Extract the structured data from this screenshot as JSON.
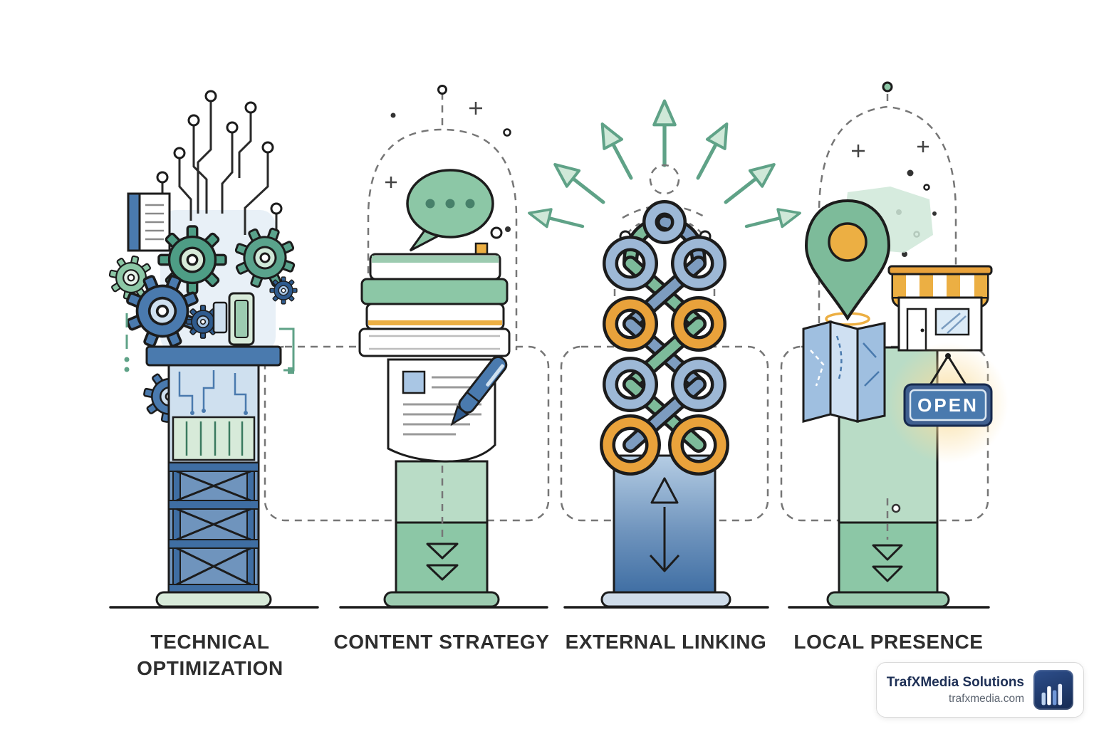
{
  "pillars": [
    {
      "id": "technical-optimization",
      "label": "TECHNICAL OPTIMIZATION",
      "icons": [
        "gear-icon",
        "circuit-trace-icon",
        "server-document-icon",
        "chip-icon",
        "lattice-column"
      ]
    },
    {
      "id": "content-strategy",
      "label": "CONTENT STRATEGY",
      "icons": [
        "speech-bubble-icon",
        "book-stack-icon",
        "document-icon",
        "pen-icon",
        "chevron-down-icon"
      ]
    },
    {
      "id": "external-linking",
      "label": "EXTERNAL LINKING",
      "icons": [
        "outward-arrows-icon",
        "woven-links-icon",
        "up-triangle-icon",
        "down-arrow-icon"
      ]
    },
    {
      "id": "local-presence",
      "label": "LOCAL PRESENCE",
      "icons": [
        "map-pin-icon",
        "folded-map-icon",
        "storefront-icon",
        "open-sign",
        "chevron-down-icon"
      ]
    }
  ],
  "open_sign": {
    "label": "OPEN"
  },
  "watermark": {
    "brand": "TrafXMedia Solutions",
    "website": "trafxmedia.com",
    "logo": "trafxmedia-logo-icon"
  },
  "colors": {
    "ink": "#1c1c1c",
    "blue": "#4a7aae",
    "blue_dark": "#3f6ea3",
    "blue_light": "#cfe0ef",
    "steel": "#7d9cc0",
    "green": "#8cc7a6",
    "green_dark": "#5fa287",
    "green_light": "#cfe8d8",
    "orange": "#e9a23b",
    "label_text": "#2e2e2e"
  }
}
